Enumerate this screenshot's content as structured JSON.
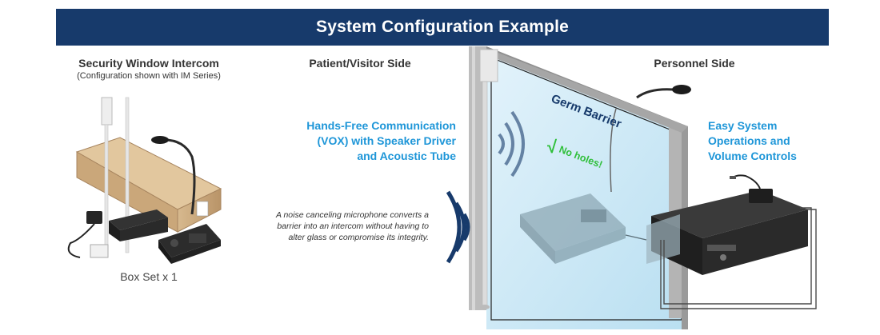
{
  "banner": {
    "title": "System Configuration Example"
  },
  "left": {
    "title": "Security Window Intercom",
    "subtitle": "(Configuration shown with IM Series)",
    "caption": "Box Set x 1"
  },
  "center": {
    "title": "Patient/Visitor Side",
    "feature_lines": [
      "Hands-Free Communication",
      "(VOX) with Speaker Driver",
      "and Acoustic Tube"
    ],
    "note_lines": [
      "A noise canceling microphone converts a",
      "barrier into an intercom without having to",
      "alter glass or compromise its integrity."
    ]
  },
  "glass": {
    "label": "Germ Barrier",
    "check": "√",
    "check_text": "No holes!"
  },
  "right": {
    "title": "Personnel Side",
    "feature_lines": [
      "Easy System",
      "Operations and",
      "Volume Controls"
    ]
  },
  "colors": {
    "banner": "#173a6b",
    "accent": "#1e96d8",
    "check": "#2fbf3a",
    "wave": "#173a6b"
  }
}
